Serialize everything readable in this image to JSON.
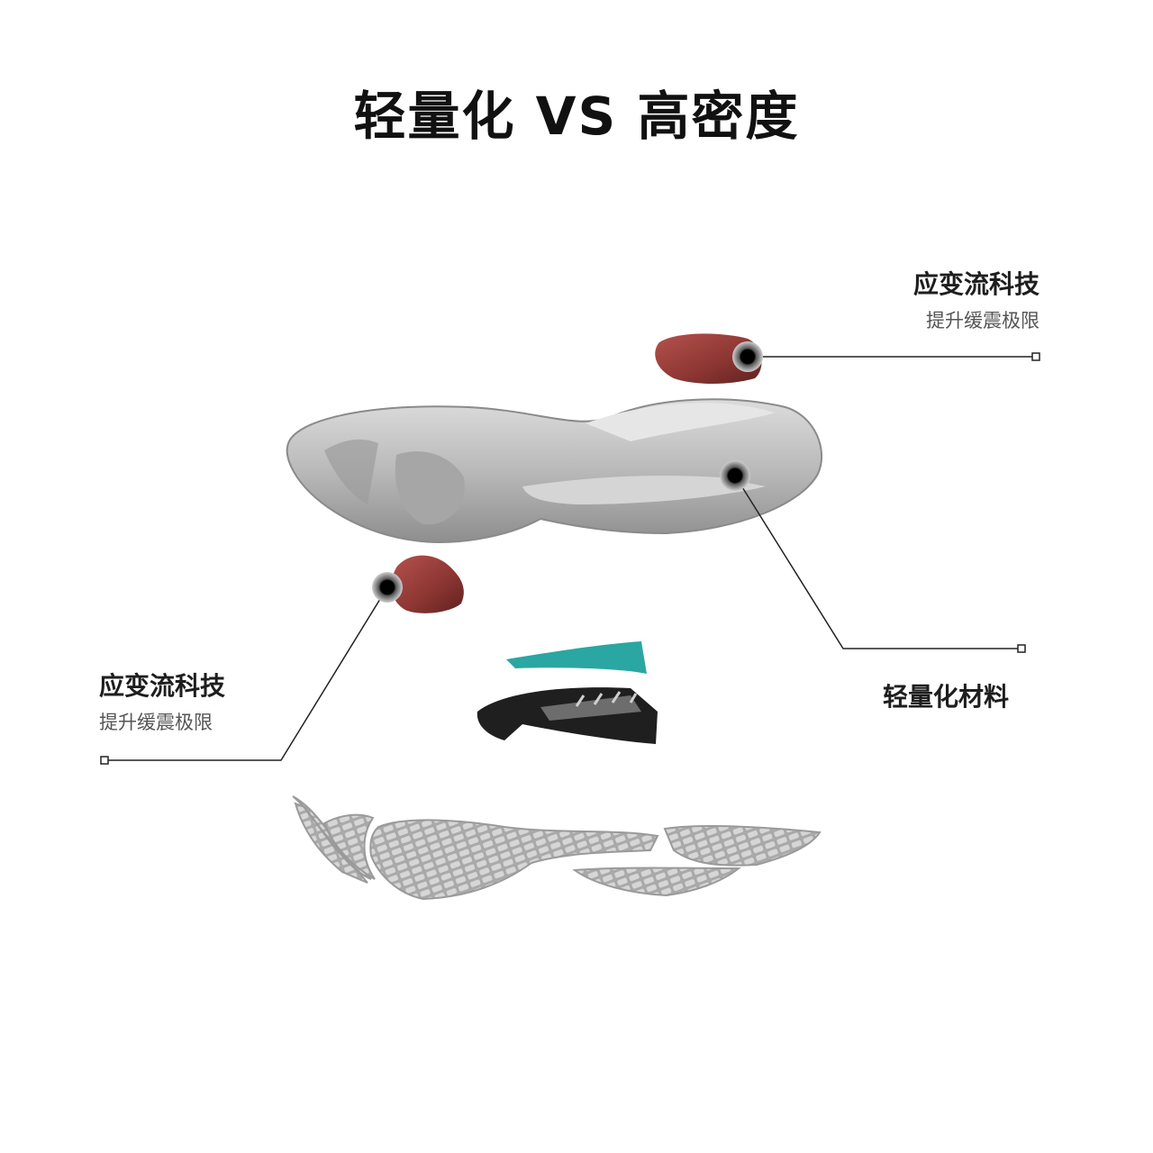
{
  "title": "轻量化 VS 高密度",
  "callouts": {
    "top_right": {
      "title": "应变流科技",
      "subtitle": "提升缓震极限"
    },
    "left": {
      "title": "应变流科技",
      "subtitle": "提升缓震极限"
    },
    "right": {
      "title": "轻量化材料"
    }
  },
  "colors": {
    "midsole": "#b5b5b5",
    "pod": "#8b3532",
    "teal_plate": "#2aa6a3",
    "black_shank": "#1f1f1f",
    "line": "#222222"
  }
}
